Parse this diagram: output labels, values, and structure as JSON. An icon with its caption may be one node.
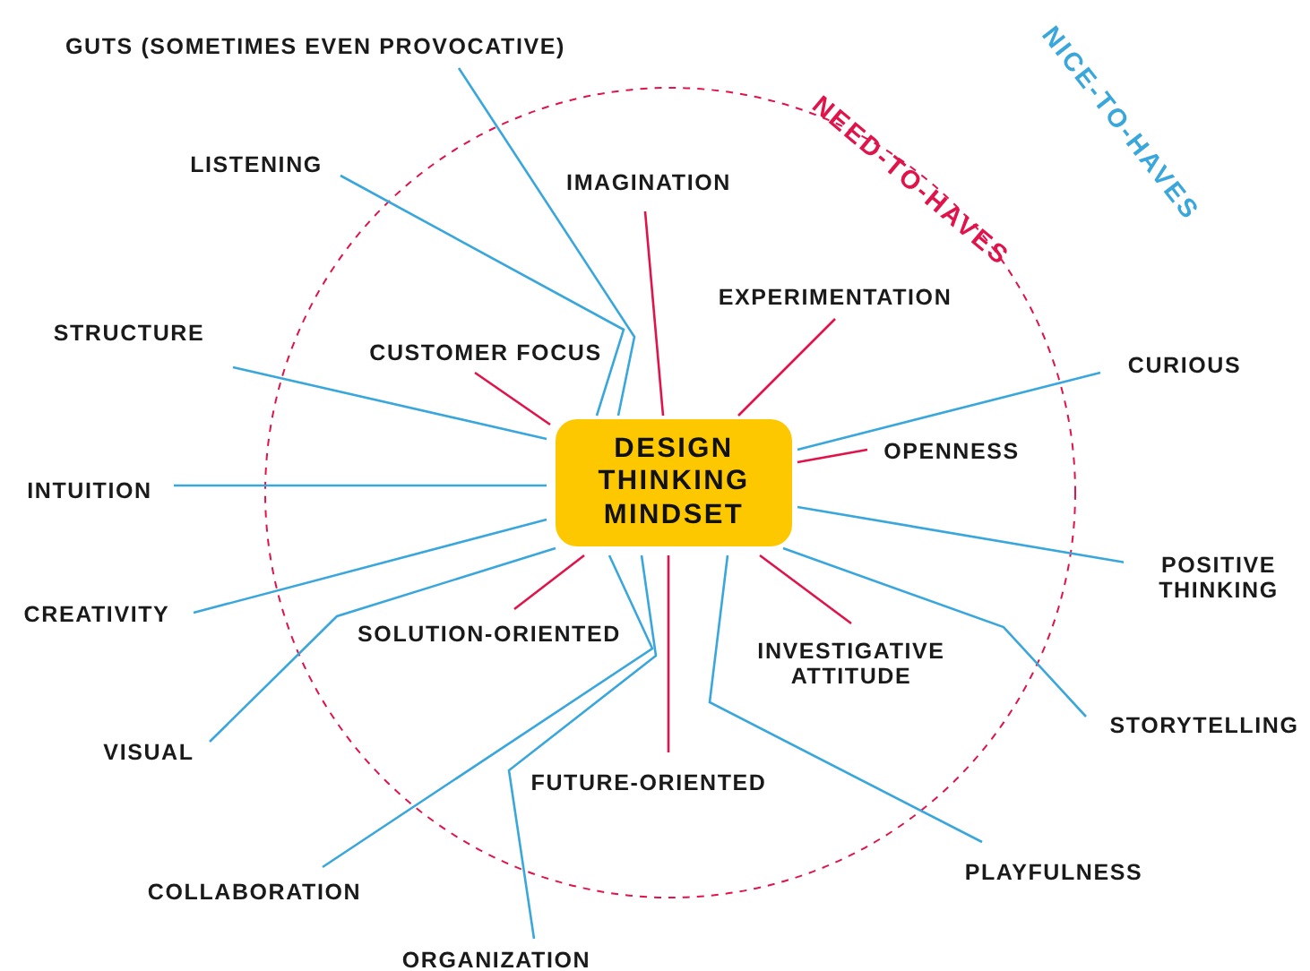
{
  "diagram": {
    "nodes": [
      {
        "text": [
          "DESIGN THINKING MINDSET"
        ]
      },
      {
        "text": [
          "GUTS (SOMETIMES EVEN PROVOCATIVE)"
        ]
      },
      {
        "text": [
          "LISTENING"
        ]
      },
      {
        "text": [
          "IMAGINATION"
        ]
      },
      {
        "text": [
          "EXPERIMENTATION"
        ]
      },
      {
        "text": [
          "STRUCTURE"
        ]
      },
      {
        "text": [
          "CUSTOMER FOCUS"
        ]
      },
      {
        "text": [
          "CURIOUS"
        ]
      },
      {
        "text": [
          "OPENNESS"
        ]
      },
      {
        "text": [
          "INTUITION"
        ]
      },
      {
        "text": [
          "POSITIVE THINKING"
        ]
      },
      {
        "text": [
          "CREATIVITY"
        ]
      },
      {
        "text": [
          "SOLUTION-ORIENTED"
        ]
      },
      {
        "text": [
          "INVESTIGATIVE ATTITUDE"
        ]
      },
      {
        "text": [
          "STORYTELLING"
        ]
      },
      {
        "text": [
          "VISUAL"
        ]
      },
      {
        "text": [
          "FUTURE-ORIENTED"
        ]
      },
      {
        "text": [
          "PLAYFULNESS"
        ]
      },
      {
        "text": [
          "COLLABORATION"
        ]
      },
      {
        "text": [
          "ORGANIZATION"
        ]
      }
    ],
    "edges": [
      {
        "from": 0,
        "to": 1,
        "arrow": "none"
      },
      {
        "from": 0,
        "to": 2,
        "arrow": "none"
      },
      {
        "from": 0,
        "to": 3,
        "arrow": "none",
        "color": "#e0134a"
      },
      {
        "from": 0,
        "to": 4,
        "arrow": "none",
        "color": "#e0134a"
      },
      {
        "from": 0,
        "to": 5,
        "arrow": "none"
      },
      {
        "from": 0,
        "to": 6,
        "arrow": "none",
        "color": "#e0134a"
      },
      {
        "from": 0,
        "to": 7,
        "arrow": "none"
      },
      {
        "from": 0,
        "to": 8,
        "arrow": "none",
        "color": "#e0134a"
      },
      {
        "from": 0,
        "to": 9,
        "arrow": "none"
      },
      {
        "from": 0,
        "to": 10,
        "arrow": "none"
      },
      {
        "from": 0,
        "to": 11,
        "arrow": "none"
      },
      {
        "from": 0,
        "to": 12,
        "arrow": "none",
        "color": "#e0134a"
      },
      {
        "from": 0,
        "to": 13,
        "arrow": "none",
        "color": "#e0134a"
      },
      {
        "from": 0,
        "to": 14,
        "arrow": "none"
      },
      {
        "from": 0,
        "to": 15,
        "arrow": "none"
      },
      {
        "from": 0,
        "to": 16,
        "arrow": "none",
        "color": "#e0134a"
      },
      {
        "from": 0,
        "to": 17,
        "arrow": "none"
      },
      {
        "from": 0,
        "to": 18,
        "arrow": "none"
      },
      {
        "from": 0,
        "to": 19,
        "arrow": "none"
      }
    ],
    "labels": [
      "NICE-TO-HAVES",
      "NEED-TO-HAVES"
    ]
  }
}
